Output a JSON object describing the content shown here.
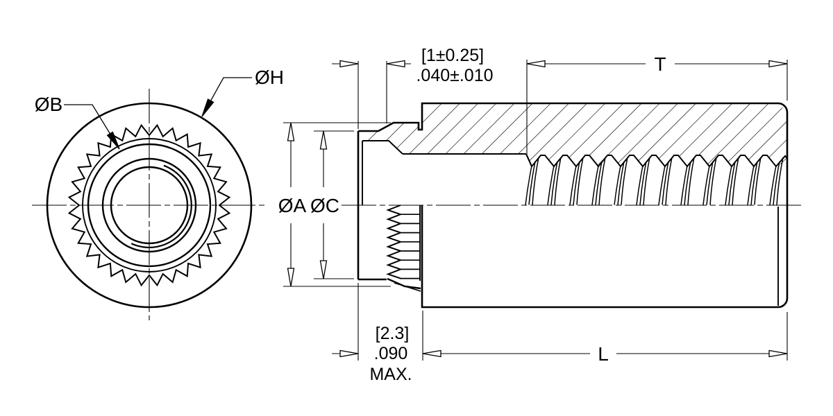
{
  "drawing": {
    "background": "#ffffff",
    "line_color": "#000000",
    "front_view": {
      "knurl_diameter_label": "ØB",
      "body_diameter_label": "ØH"
    },
    "side_view": {
      "flange_diameter_label": "ØA",
      "head_diameter_label": "ØC",
      "thread_length_label": "T",
      "body_length_label": "L",
      "head_height": {
        "metric": "[1±0.25]",
        "inch": ".040±.010"
      },
      "standoff_height": {
        "metric": "[2.3]",
        "inch": ".090",
        "qualifier": "MAX."
      }
    }
  }
}
